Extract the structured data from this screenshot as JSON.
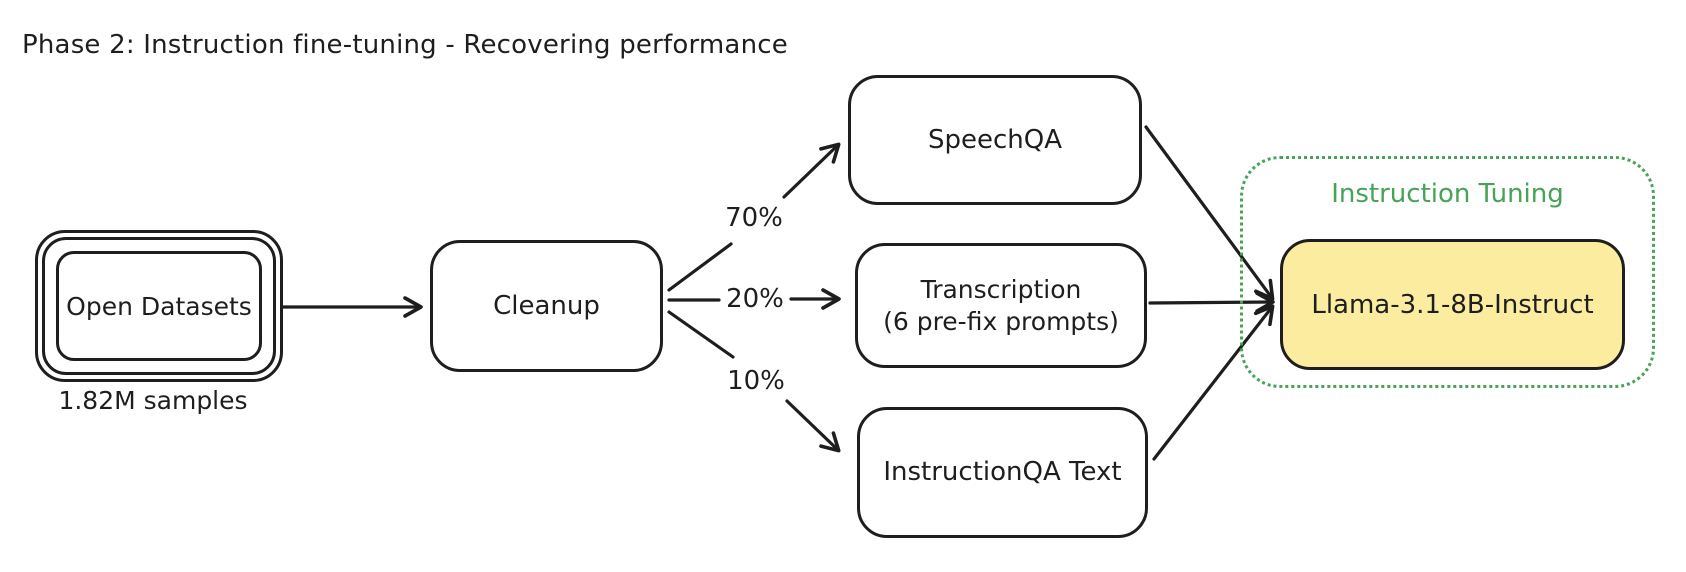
{
  "title": "Phase 2: Instruction fine-tuning - Recovering performance",
  "nodes": {
    "open_datasets": {
      "label": "Open Datasets",
      "caption": "1.82M samples"
    },
    "cleanup": {
      "label": "Cleanup"
    },
    "speechqa": {
      "label": "SpeechQA"
    },
    "transcription": {
      "label": "Transcription",
      "sublabel": "(6 pre-fix prompts)"
    },
    "instructionqa_text": {
      "label": "InstructionQA Text"
    },
    "llama": {
      "label": "Llama-3.1-8B-Instruct"
    }
  },
  "group": {
    "label": "Instruction Tuning"
  },
  "splits": {
    "to_speechqa": "70%",
    "to_transcription": "20%",
    "to_instructionqa": "10%"
  },
  "colors": {
    "stroke": "#1e1e1e",
    "llama_fill": "#fbeca0",
    "green": "#47a356",
    "background": "#ffffff"
  }
}
